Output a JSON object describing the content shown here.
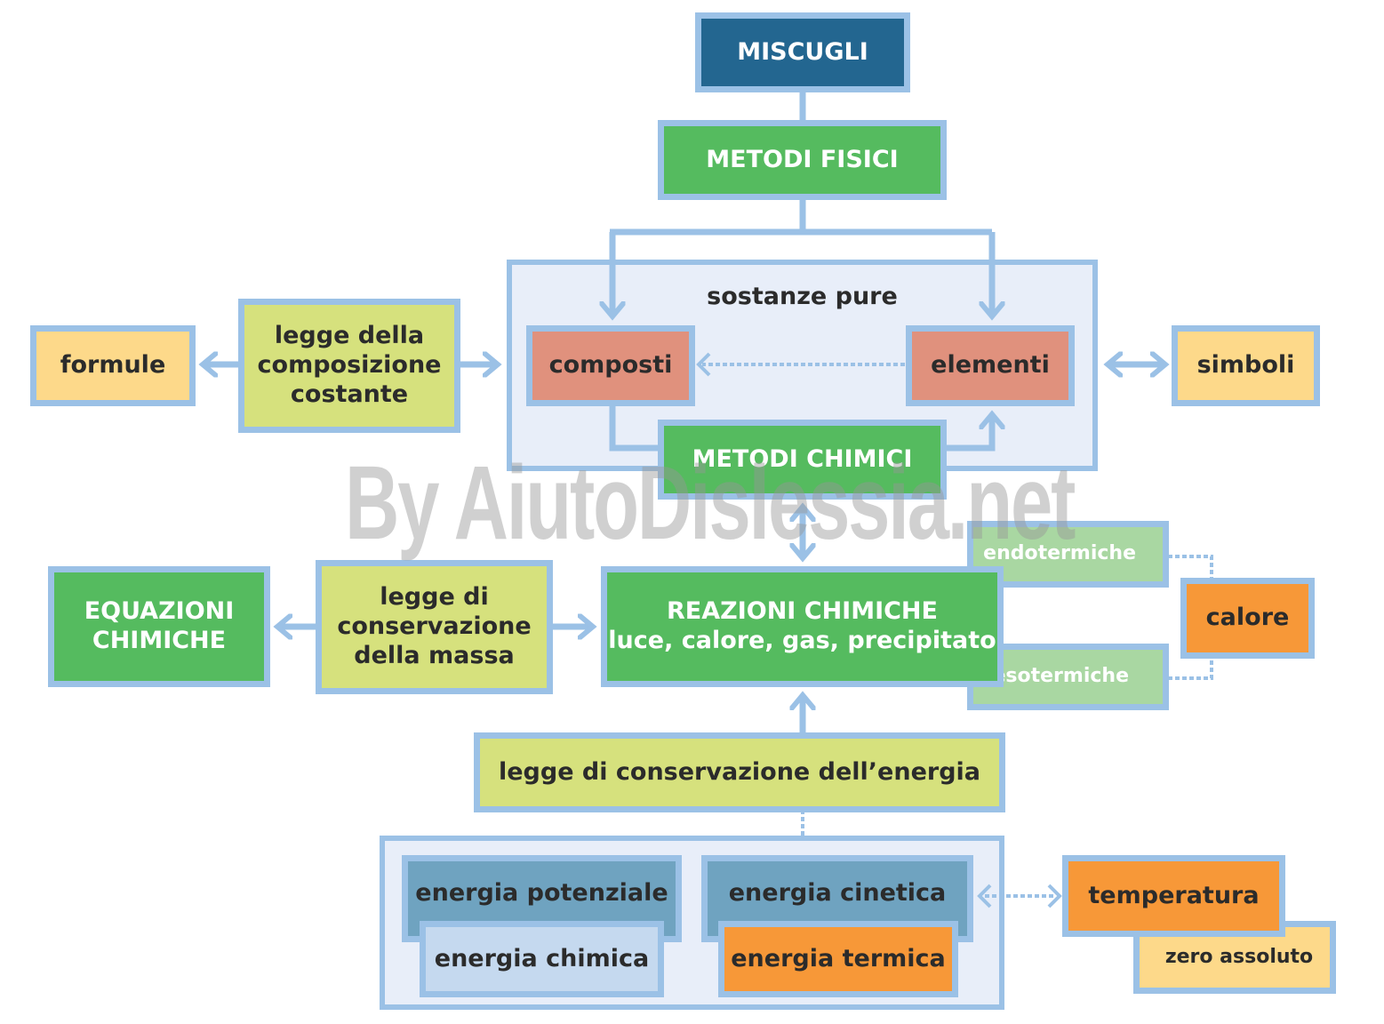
{
  "nodes": {
    "miscugli": "MISCUGLI",
    "metodi_fisici": "METODI FISICI",
    "sostanze_pure": "sostanze pure",
    "composti": "composti",
    "elementi": "elementi",
    "metodi_chimici": "METODI CHIMICI",
    "formule": "formule",
    "legge_composizione": "legge della composizione costante",
    "simboli": "simboli",
    "equazioni_chimiche": "EQUAZIONI CHIMICHE",
    "legge_conservazione_massa": "legge di conservazione della massa",
    "reazioni_chimiche_title": "REAZIONI CHIMICHE",
    "reazioni_chimiche_sub": "luce, calore, gas, precipitato",
    "endotermiche": "endotermiche",
    "esotermiche": "esotermiche",
    "calore": "calore",
    "legge_conservazione_energia": "legge di conservazione dell’energia",
    "energia_potenziale": "energia potenziale",
    "energia_chimica": "energia chimica",
    "energia_cinetica": "energia cinetica",
    "energia_termica": "energia termica",
    "temperatura": "temperatura",
    "zero_assoluto": "zero assoluto"
  },
  "watermark": "By AiutoDislessia.net",
  "colors": {
    "border": "#9bc1e6",
    "dark_blue": "#236690",
    "green": "#55bb5f",
    "light_green": "#d6e17d",
    "pale_green": "#a9d7a2",
    "salmon": "#e0917d",
    "yellow": "#fdd98a",
    "orange": "#f79838",
    "steel_blue": "#6fa3c0",
    "light_blue": "#c5d9ef",
    "container_bg": "#e8eef9"
  }
}
